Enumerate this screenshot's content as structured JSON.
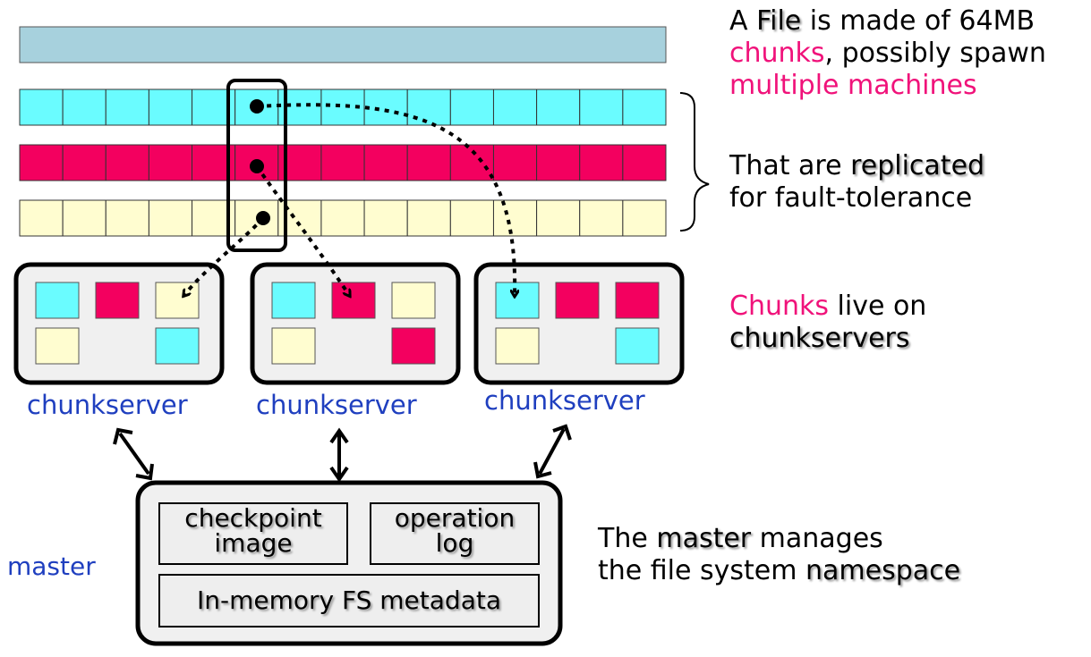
{
  "colors": {
    "file_bar": "#a7d1dd",
    "chunk_cyan": "#6afcff",
    "chunk_pink": "#f3005f",
    "chunk_cream": "#fffdd0",
    "server_bg": "#f0f0f0",
    "accent_pink": "#f0127a",
    "label_blue": "#1f3fbf"
  },
  "captions": {
    "file": {
      "pre": "A ",
      "file": "File",
      "mid": " is made of 64MB",
      "chunks": "chunks",
      "post": ", possibly spawn",
      "multiple": "multiple machines"
    },
    "replicated": {
      "pre": "That are ",
      "word": "replicated",
      "line2": "for fault-tolerance"
    },
    "chunkservers": {
      "chunks": "Chunks",
      "mid": " live on",
      "servers": "chunkservers"
    },
    "master": {
      "pre": "The ",
      "word": "master",
      "mid": " manages",
      "line2_pre": "the file system ",
      "namespace": "namespace"
    }
  },
  "labels": {
    "chunkserver_1": "chunkserver",
    "chunkserver_2": "chunkserver",
    "chunkserver_3": "chunkserver",
    "master": "master"
  },
  "master_box": {
    "checkpoint_l1": "checkpoint",
    "checkpoint_l2": "image",
    "oplog_l1": "operation",
    "oplog_l2": "log",
    "metadata": "In-memory FS metadata"
  },
  "replica_rows": [
    "cyan",
    "pink",
    "cream"
  ],
  "chunks_per_row": 15,
  "servers": [
    {
      "slots": [
        "cyan",
        "pink",
        "cream",
        "cream",
        "",
        "cyan"
      ]
    },
    {
      "slots": [
        "cyan",
        "pink",
        "cream",
        "cream",
        "",
        "pink"
      ]
    },
    {
      "slots": [
        "cyan",
        "pink",
        "pink",
        "cream",
        "",
        "cyan"
      ]
    }
  ]
}
